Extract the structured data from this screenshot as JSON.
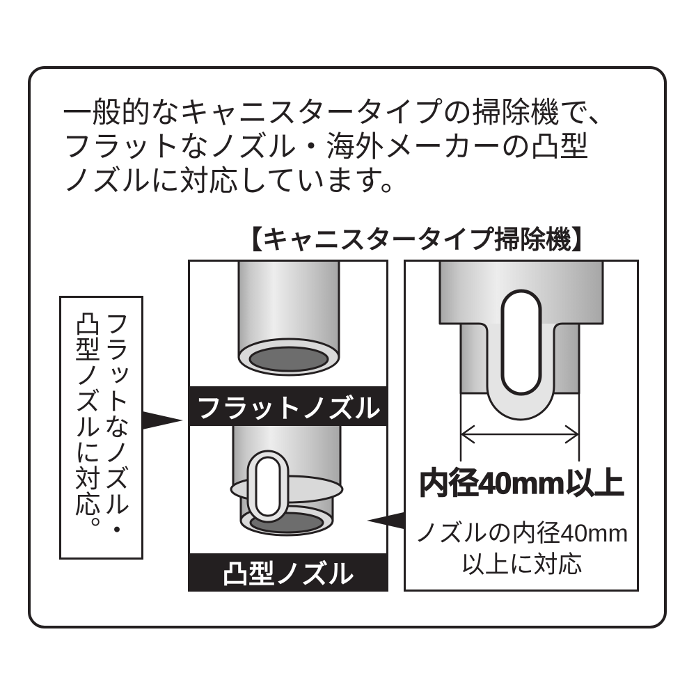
{
  "intro": {
    "lines": [
      "一般的なキャニスタータイプの掃除機で、",
      "フラットなノズル・海外メーカーの凸型",
      "ノズルに対応しています。"
    ]
  },
  "section_title": "【キャニスタータイプ掃除機】",
  "side_note": {
    "lines": [
      "フラットなノズル・",
      "凸型ノズルに対応。"
    ]
  },
  "nozzle_types": {
    "flat_label": "フラットノズル",
    "convex_label": "凸型ノズル"
  },
  "inner_diameter": {
    "dimension_label": "内径40mm以上",
    "note_lines": [
      "ノズルの内径40mm",
      "以上に対応"
    ]
  },
  "icons": {
    "side_note_pointer": "triangle-right",
    "diameter_note_pointer": "triangle-left"
  },
  "colors": {
    "ink": "#231f20",
    "paper": "#ffffff",
    "label_text": "#ffffff",
    "tube_shadow": "#a6a6a6",
    "tube_mid": "#c9c9c9",
    "tube_light": "#ededed",
    "rim": "#d9d9d9",
    "opening": "#6d6d6d",
    "tab": "#e4e4e4"
  }
}
